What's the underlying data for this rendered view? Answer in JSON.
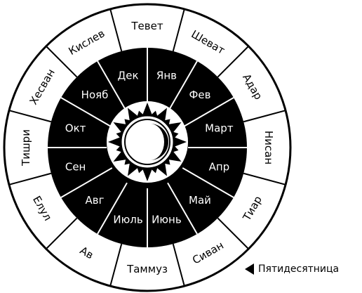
{
  "hebrew_months": [
    "Тевет",
    "Шеват",
    "Адар",
    "Нисан",
    "Тиар",
    "Сиван",
    "Таммуз",
    "Ав",
    "Елул",
    "Тишри",
    "Хесван",
    "Кислев"
  ],
  "gregorian_months": [
    "Янв",
    "Фев",
    "Март",
    "Апр",
    "Май",
    "Июнь",
    "Июль",
    "Авг",
    "Сен",
    "Окт",
    "Нояб",
    "Дек"
  ],
  "callout": {
    "label": "Пятидесятница",
    "month": "Сиван"
  },
  "colors": {
    "ring": "#ffffff",
    "inner": "#000000",
    "line": "#000000"
  },
  "center_icon": "sun-and-crescent-moon-icon"
}
